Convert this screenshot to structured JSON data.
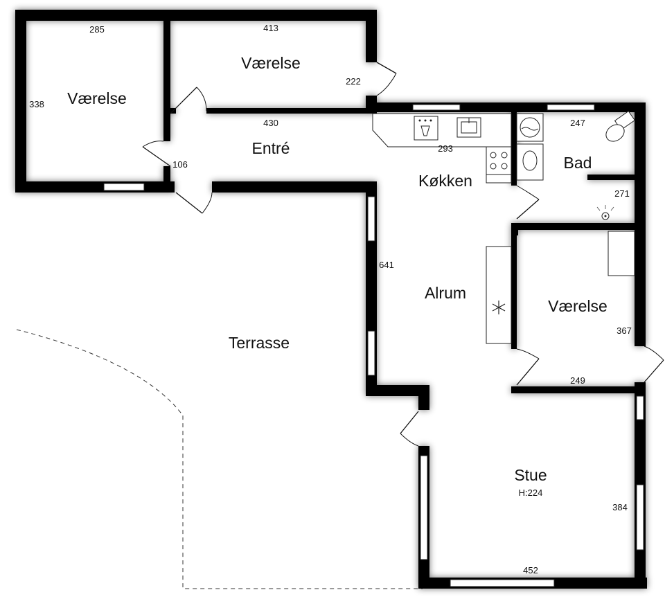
{
  "rooms": {
    "vaerelse_1": "Værelse",
    "vaerelse_2": "Værelse",
    "vaerelse_3": "Værelse",
    "entre": "Entré",
    "kokken": "Køkken",
    "bad": "Bad",
    "alrum": "Alrum",
    "terrasse": "Terrasse",
    "stue": "Stue",
    "stue_height": "H:224"
  },
  "dimensions": {
    "d285": "285",
    "d413": "413",
    "d338": "338",
    "d222": "222",
    "d430": "430",
    "d106": "106",
    "d293": "293",
    "d247": "247",
    "d271": "271",
    "d641": "641",
    "d367": "367",
    "d249": "249",
    "d384": "384",
    "d452": "452"
  },
  "icons": {
    "fridge": "snowflake-icon",
    "toilet": "toilet-icon",
    "washer": "washing-machine-icon",
    "sink": "sink-icon",
    "stove": "stove-icon",
    "shower": "shower-icon"
  }
}
